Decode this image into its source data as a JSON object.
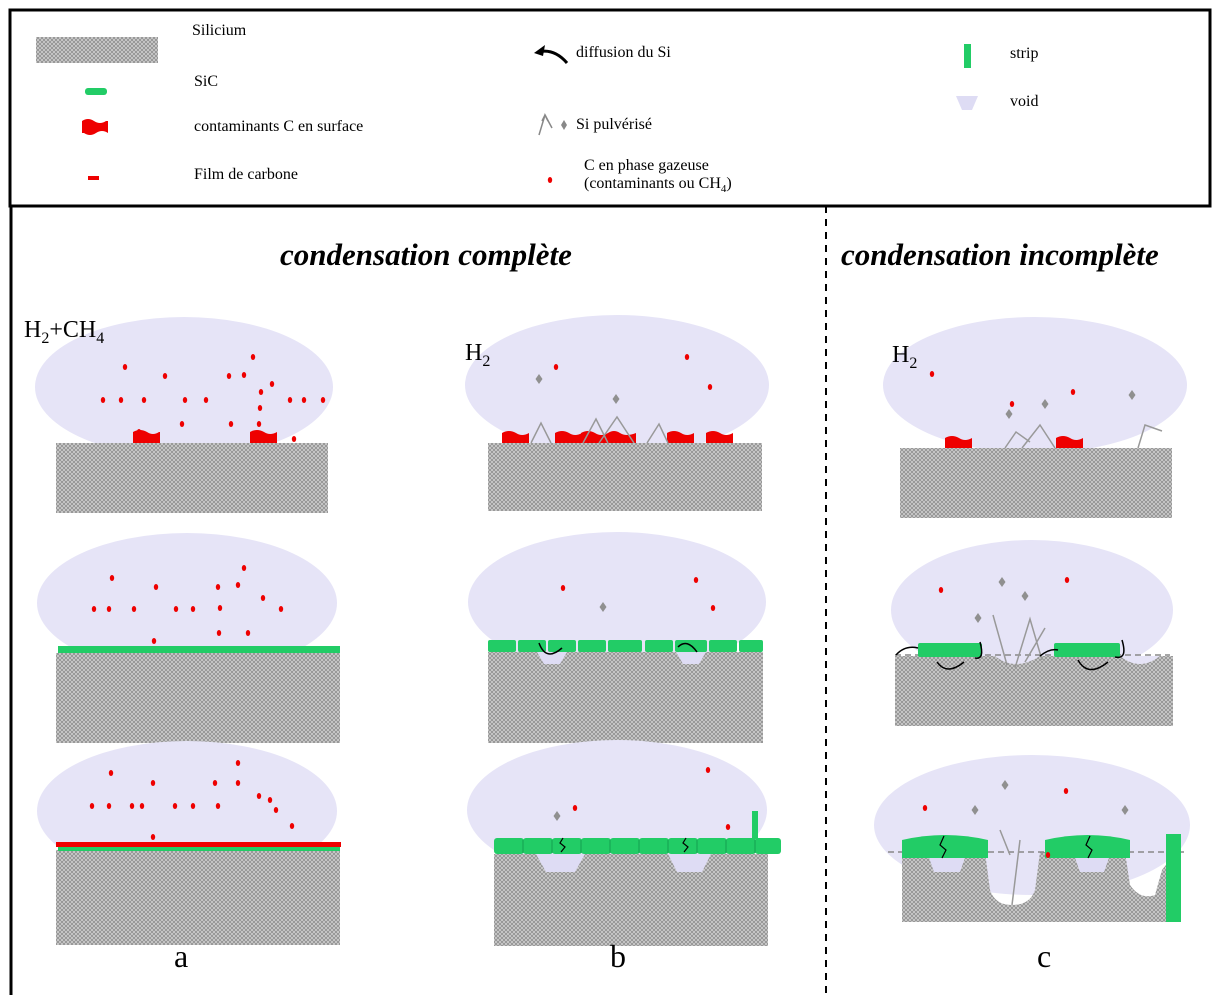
{
  "legend": {
    "silicium": "Silicium",
    "sic": "SiC",
    "contaminants_surface": "contaminants C en surface",
    "film_carbone": "Film de carbone",
    "diffusion_si": "diffusion du Si",
    "si_pulverise": "Si pulvérisé",
    "c_gaz_line1": "C en phase gazeuse",
    "c_gaz_line2_prefix": "(contaminants ou CH",
    "c_gaz_line2_sub": "4",
    "c_gaz_line2_suffix": ")",
    "strip": "strip",
    "void": "void"
  },
  "titles": {
    "complete": "condensation complète",
    "incomplete": "condensation incomplète"
  },
  "gas": {
    "a_h": "H",
    "a_sub1": "2",
    "a_plus": "+CH",
    "a_sub2": "4",
    "b_h": "H",
    "b_sub": "2",
    "c_h": "H",
    "c_sub": "2"
  },
  "labels": {
    "a": "a",
    "b": "b",
    "c": "c"
  },
  "colors": {
    "silicon": "#c4c4c4",
    "sic": "#22cc66",
    "carbon": "#ee0000",
    "plasma": "#e6e4f7",
    "sputter": "#909090",
    "void": "#dedcf4",
    "dashed": "#000000"
  }
}
